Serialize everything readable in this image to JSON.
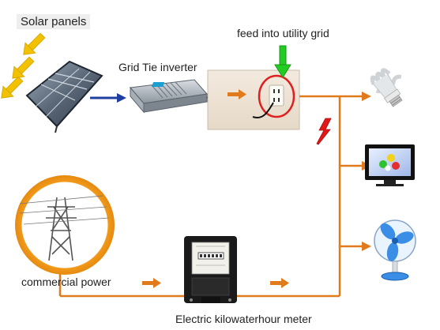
{
  "labels": {
    "solar_panels": "Solar panels",
    "inverter": "Grid Tie inverter",
    "feed": "feed into utility grid",
    "commercial_power": "commercial power",
    "meter": "Electric kilowaterhour meter"
  },
  "colors": {
    "wire": "#e07a1a",
    "arrow_orange": "#e07a1a",
    "arrow_blue": "#1e3fa0",
    "arrow_yellow": "#f2c200",
    "arrow_green": "#22cc22",
    "ring_orange": "#f29a1c",
    "lightning_red": "#e01818",
    "socket_highlight": "#e02020"
  },
  "icons": {
    "sunlight": "sun-ray-arrows-icon",
    "panel": "solar-panel-icon",
    "inverter": "grid-tie-inverter-icon",
    "socket": "wall-socket-icon",
    "tower": "power-tower-icon",
    "meter": "electric-meter-icon",
    "bulb": "light-bulb-icon",
    "tv": "television-icon",
    "fan": "desk-fan-icon",
    "lightning": "lightning-icon"
  }
}
